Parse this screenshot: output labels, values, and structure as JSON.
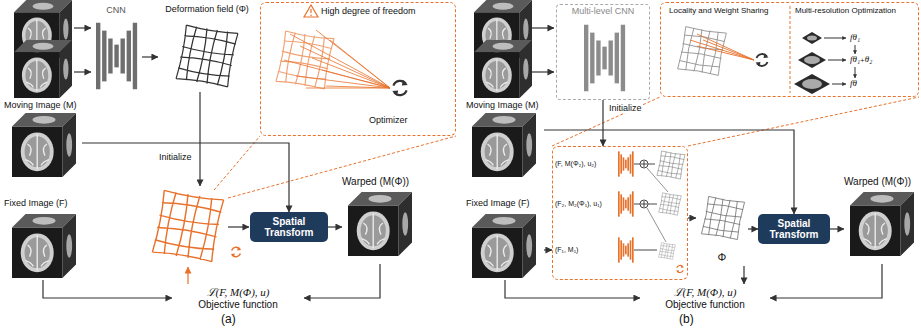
{
  "diagram": {
    "nodes": [
      {
        "text": [
          "CNN"
        ]
      },
      {
        "text": [
          "Deformation field (Φ)"
        ]
      },
      {
        "text": [
          "High degree of freedom",
          "Optimizer"
        ]
      },
      {
        "text": [
          "Moving Image (M)"
        ]
      },
      {
        "text": [
          "Fixed Image (F)"
        ]
      },
      {
        "text": [
          "Spatial Transform"
        ]
      },
      {
        "text": [
          "Warped (M(Φ))"
        ]
      },
      {
        "text": [
          "ℒ(F, M(Φ), u)",
          "Objective function"
        ]
      },
      {
        "text": [
          "Multi-level CNN"
        ]
      },
      {
        "text": [
          "Locality and Weight Sharing",
          "Multi-resolution Optimization",
          "fθ₁",
          "fθ₁₊θ₂",
          "fθ"
        ]
      },
      {
        "text": [
          "Moving Image (M)"
        ]
      },
      {
        "text": [
          "Fixed Image (F)"
        ]
      },
      {
        "text": [
          "(F, M(Φ₂), u₂)",
          "(F₂, M₂(Φ₁), u₁)",
          "(F₁, M₁)"
        ]
      },
      {
        "text": [
          "Φ"
        ]
      },
      {
        "text": [
          "Spatial Transform"
        ]
      },
      {
        "text": [
          "Warped (M(Φ))"
        ]
      },
      {
        "text": [
          "ℒ(F, M(Φ), u)",
          "Objective function"
        ]
      }
    ],
    "edges": [
      {
        "from": 0,
        "to": 1,
        "arrow": "to"
      },
      {
        "from": 3,
        "to": 5,
        "arrow": "to"
      },
      {
        "from": 5,
        "to": 6,
        "arrow": "to"
      },
      {
        "from": 6,
        "to": 7,
        "arrow": "to"
      },
      {
        "from": 4,
        "to": 7,
        "arrow": "to"
      },
      {
        "from": 8,
        "to": 12,
        "label": "Initialize",
        "arrow": "to"
      },
      {
        "from": 10,
        "to": 14,
        "arrow": "to"
      },
      {
        "from": 11,
        "to": 12,
        "arrow": "to"
      },
      {
        "from": 12,
        "to": 13,
        "arrow": "to"
      },
      {
        "from": 13,
        "to": 14,
        "arrow": "to"
      },
      {
        "from": 14,
        "to": 15,
        "arrow": "to"
      },
      {
        "from": 15,
        "to": 16,
        "arrow": "to"
      },
      {
        "from": 13,
        "to": 16,
        "arrow": "to"
      },
      {
        "from": 11,
        "to": 16,
        "arrow": "to"
      }
    ],
    "labels": [
      "Initialize",
      "(a)",
      "(b)"
    ]
  }
}
